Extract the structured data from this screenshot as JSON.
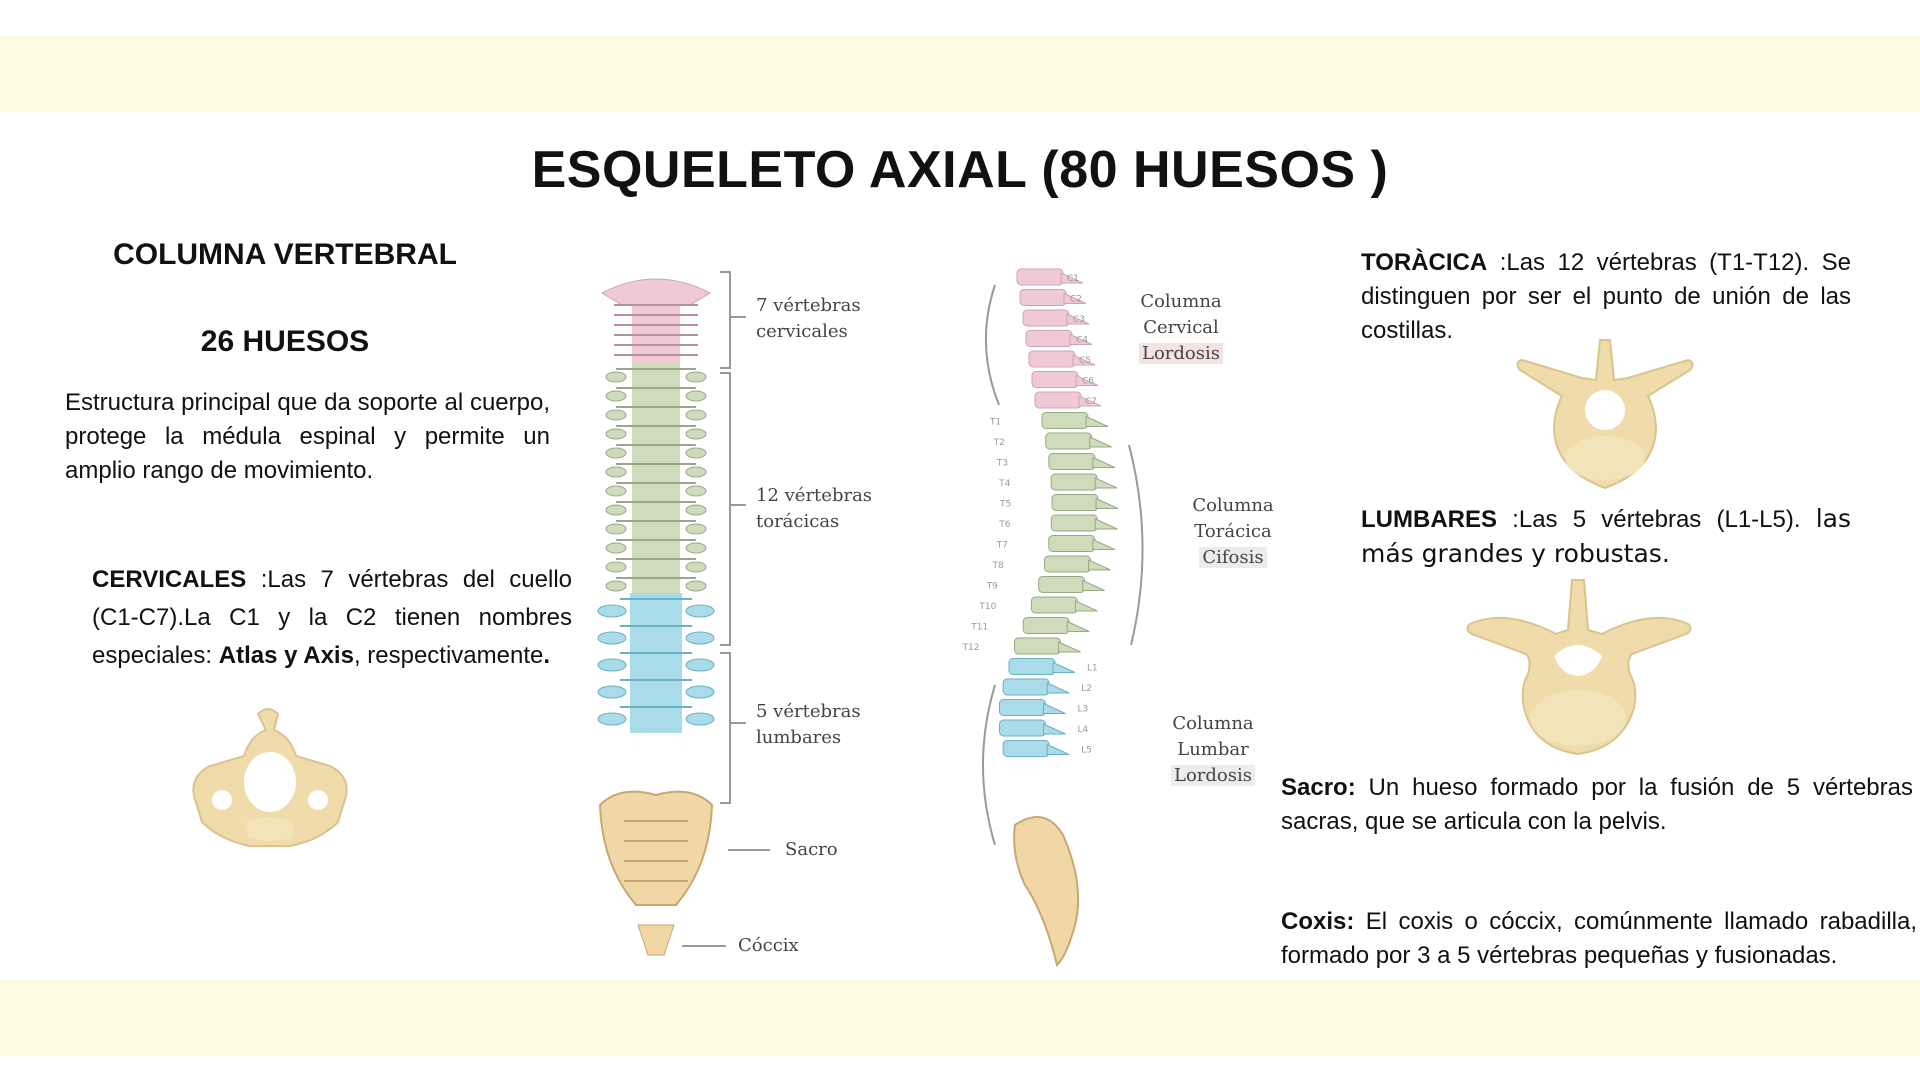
{
  "title": "ESQUELETO AXIAL (80 HUESOS )",
  "left": {
    "heading": "COLUMNA VERTEBRAL",
    "subheading": "26 HUESOS",
    "intro": "Estructura principal que da soporte al cuerpo, protege la médula espinal y permite un amplio rango de movimiento.",
    "cervicales": {
      "label": "CERVICALES",
      "text1": " :Las 7 vértebras del cuello (C1-C7).La C1 y la C2 tienen nombres especiales: ",
      "bold": "Atlas y Axis",
      "text2": ", respectivamente",
      "end": "."
    }
  },
  "front_spine": {
    "cervical": [
      "7 vértebras",
      "cervicales"
    ],
    "thoracic": [
      "12 vértebras",
      "torácicas"
    ],
    "lumbar": [
      "5 vértebras",
      "lumbares"
    ],
    "sacro": "Sacro",
    "coccix": "Cóccix"
  },
  "side_spine": {
    "cervical": [
      "Columna",
      "Cervical",
      "Lordosis"
    ],
    "thoracic": [
      "Columna",
      "Torácica",
      "Cifosis"
    ],
    "lumbar": [
      "Columna",
      "Lumbar",
      "Lordosis"
    ],
    "c_labels": [
      "C1",
      "C2",
      "C3",
      "C4",
      "C5",
      "C6",
      "C7"
    ],
    "t_labels": [
      "T1",
      "T2",
      "T3",
      "T4",
      "T5",
      "T6",
      "T7",
      "T8",
      "T9",
      "T10",
      "T11",
      "T12"
    ],
    "l_labels": [
      "L1",
      "L2",
      "L3",
      "L4",
      "L5"
    ]
  },
  "right": {
    "toracica": {
      "label": "TORÀCICA",
      "text": " :Las 12 vértebras (T1-T12). Se distinguen por ser el punto de unión de las costillas."
    },
    "lumbares": {
      "label": "LUMBARES",
      "text": " :Las 5 vértebras (L1-L5). ",
      "text2": "las más grandes y robustas."
    },
    "sacro": {
      "label": "Sacro:",
      "text": " Un hueso formado por la fusión de 5 vértebras sacras, que se articula con la pelvis."
    },
    "coxis": {
      "label": "Coxis:",
      "text": " El coxis o cóccix, comúnmente llamado rabadilla, formado por 3 a 5 vértebras pequeñas y fusionadas."
    }
  },
  "colors": {
    "band": "#fffbe3",
    "cervical": "#f1c9d6",
    "thoracic": "#cfdcbc",
    "lumbar": "#a9dbe9",
    "sacrum": "#f1d7a6",
    "bone": "#efdcaa"
  }
}
